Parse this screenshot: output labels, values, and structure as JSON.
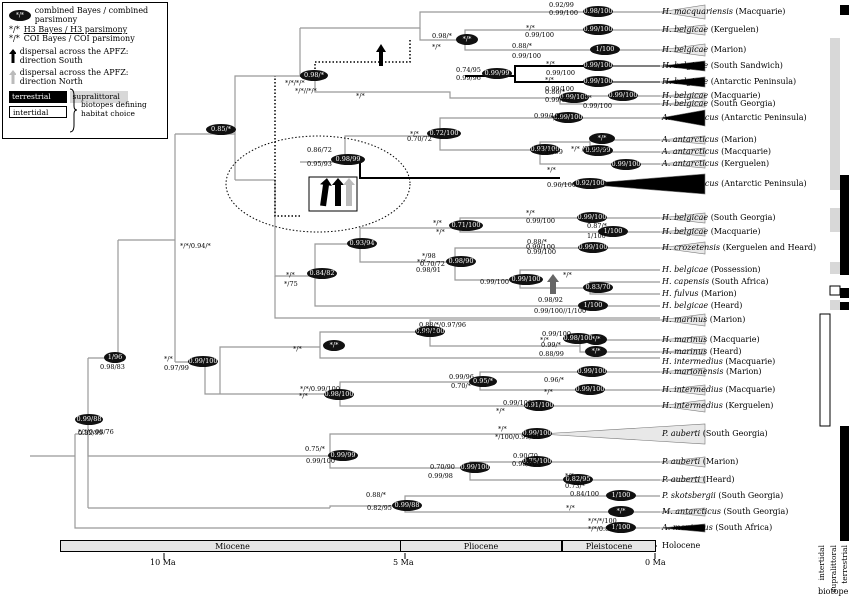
{
  "legend": {
    "nodes_label": "combined Bayes / combined parsimony",
    "node_symbol": "*/*",
    "h3_symbol": "*/*",
    "h3_label": "H3 Bayes / H3 parsimony",
    "coi_symbol": "*/*",
    "coi_label": "COI Bayes / COI parsimony",
    "dispersal_south": "dispersal across the APFZ: direction South",
    "dispersal_north": "dispersal across the APFZ: direction North",
    "terrestrial": "terrestrial",
    "supralittoral": "supralittoral",
    "intertidal": "intertidal",
    "biotopes_text": "biotopes defining habitat choice"
  },
  "tips": [
    {
      "genus": "H. macquariensis",
      "loc": "(Macquarie)"
    },
    {
      "genus": "H. belgicae",
      "loc": "(Kerguelen)"
    },
    {
      "genus": "H. belgicae",
      "loc": "(Marion)"
    },
    {
      "genus": "H. belgicae",
      "loc": "(South Sandwich)"
    },
    {
      "genus": "H. belgicae",
      "loc": "(Antarctic Peninsula)"
    },
    {
      "genus": "H. belgicae",
      "loc": "(Macquarie)"
    },
    {
      "genus": "H. belgicae",
      "loc": "(South Georgia)"
    },
    {
      "genus": "A. antarcticus",
      "loc": "(Antarctic Peninsula)"
    },
    {
      "genus": "A. antarcticus",
      "loc": "(Marion)"
    },
    {
      "genus": "A. antarcticus",
      "loc": "(Macquarie)"
    },
    {
      "genus": "A. antarcticus",
      "loc": "(Kerguelen)"
    },
    {
      "genus": "A. antarcticus",
      "loc": "(Antarctic Peninsula)"
    },
    {
      "genus": "H. belgicae",
      "loc": "(South Georgia)"
    },
    {
      "genus": "H. belgicae",
      "loc": "(Macquarie)"
    },
    {
      "genus": "H. crozetensis",
      "loc": "(Kerguelen and Heard)"
    },
    {
      "genus": "H. belgicae",
      "loc": "(Possession)"
    },
    {
      "genus": "H. capensis",
      "loc": "(South Africa)"
    },
    {
      "genus": "H. fulvus",
      "loc": "(Marion)"
    },
    {
      "genus": "H. belgicae",
      "loc": "(Heard)"
    },
    {
      "genus": "H. marinus",
      "loc": "(Marion)"
    },
    {
      "genus": "H. marinus",
      "loc": "(Macquarie)"
    },
    {
      "genus": "H. marinus",
      "loc": "(Heard)"
    },
    {
      "genus": "H. intermedius",
      "loc": "(Macquarie)"
    },
    {
      "genus": "H. marionensis",
      "loc": "(Marion)"
    },
    {
      "genus": "H. intermedius",
      "loc": "(Macquarie)"
    },
    {
      "genus": "H. intermedius",
      "loc": "(Kerguelen)"
    },
    {
      "genus": "P. auberti",
      "loc": "(South Georgia)"
    },
    {
      "genus": "P. auberti",
      "loc": "(Marion)"
    },
    {
      "genus": "P. auberti",
      "loc": "(Heard)"
    },
    {
      "genus": "P. skotsbergii",
      "loc": "(South Georgia)"
    },
    {
      "genus": "M. antarcticus",
      "loc": "(South Georgia)"
    },
    {
      "genus": "A. montanus",
      "loc": "(South Africa)"
    }
  ],
  "nodes": [
    "0.98/100",
    "0.99/100",
    "1/100",
    "0.99/100",
    "0.99/100",
    "0.99/100",
    "0.99/100",
    "0.98/*",
    "*/*",
    "0.99/99",
    "0.85/*",
    "0.72/100",
    "0.99/100",
    "*/*",
    "0.93/100",
    "0.99/99",
    "0.99/100",
    "0.98/99",
    "0.92/100",
    "0.99/100",
    "0.71/100",
    "1/100",
    "0.99/100",
    "0.93/94",
    "0.98/90",
    "0.99/100",
    "0.83/70",
    "0.84/82",
    "1/100",
    "*/*",
    "0.99/100",
    "*/*",
    "0.98/100",
    "*/*",
    "0.99/100",
    "0.98/100",
    "0.95/*",
    "0.99/100",
    "0.91/100",
    "1/96",
    "0.99/100",
    "0.99/88",
    "0.99/100",
    "0.99/99",
    "0.75/100",
    "0.99/100",
    "0.82/95",
    "1/100",
    "*/*",
    "0.99/88",
    "1/100"
  ],
  "support": [
    "0.92/99",
    "0.99/100",
    "*/*",
    "0.99/100",
    "0.98/*",
    "*/*",
    "0.88/*",
    "0.99/100",
    "0.74/95",
    "0.99/96",
    "*/*",
    "0.99/100",
    "*/*",
    "0.99/100",
    "0.86/*",
    "0.99/98",
    "*/*",
    "0.99/100",
    "*/*/*/*",
    "*/*//*/*",
    "*/*",
    "0.70/72",
    "*/*",
    "0.99/100",
    "*/*",
    "0.90/99",
    "*/* /0.99/99",
    "0.86/72",
    "0.95/93",
    "*/*",
    "0.96/100",
    "*/*",
    "0.99/100",
    "0.87/*",
    "1/100",
    "*/*",
    "*/*/0.94/*",
    "*/*",
    "0.99/100",
    "*/*",
    "0.98/91",
    "*/98",
    "0.70/72",
    "0.88/*",
    "0.99/100",
    "*/*",
    "0.99/100",
    "*/*",
    "*/75",
    "0.98/92",
    "0.99/100//1/100",
    "0.88/*/0.97/96",
    "0.86/*",
    "0.99/100",
    "*/*",
    "0.99/*",
    "*/*",
    "0.88/99",
    "*/*",
    "0.97/99",
    "0.98/83",
    "*/*/0.98/76",
    "*/*/0.99/100",
    "*/*",
    "0.99/96",
    "0.70/*",
    "0.96/*",
    "*/*",
    "0.99/100",
    "*/*",
    "0.82/99",
    "*/*",
    "*/100/0.99/80",
    "0.75/*",
    "0.99/100",
    "0.70/90",
    "0.99/98",
    "0.90/70",
    "0.98/100",
    "*/*",
    "0.73/*",
    "0.88/*",
    "0.82/95",
    "0.84/100",
    "*/*",
    "*/*/*/100",
    "*/*/0.82/*",
    "1/*",
    "*/100"
  ],
  "timescale": {
    "epochs": [
      "Miocene",
      "Pliocene",
      "Pleistocene",
      "Holocene"
    ],
    "ticks": [
      "10 Ma",
      "5 Ma",
      "0 Ma"
    ]
  },
  "biotope": {
    "cols": [
      "intertidal",
      "supralittoral",
      "terrestrial"
    ],
    "label": "biotope"
  }
}
